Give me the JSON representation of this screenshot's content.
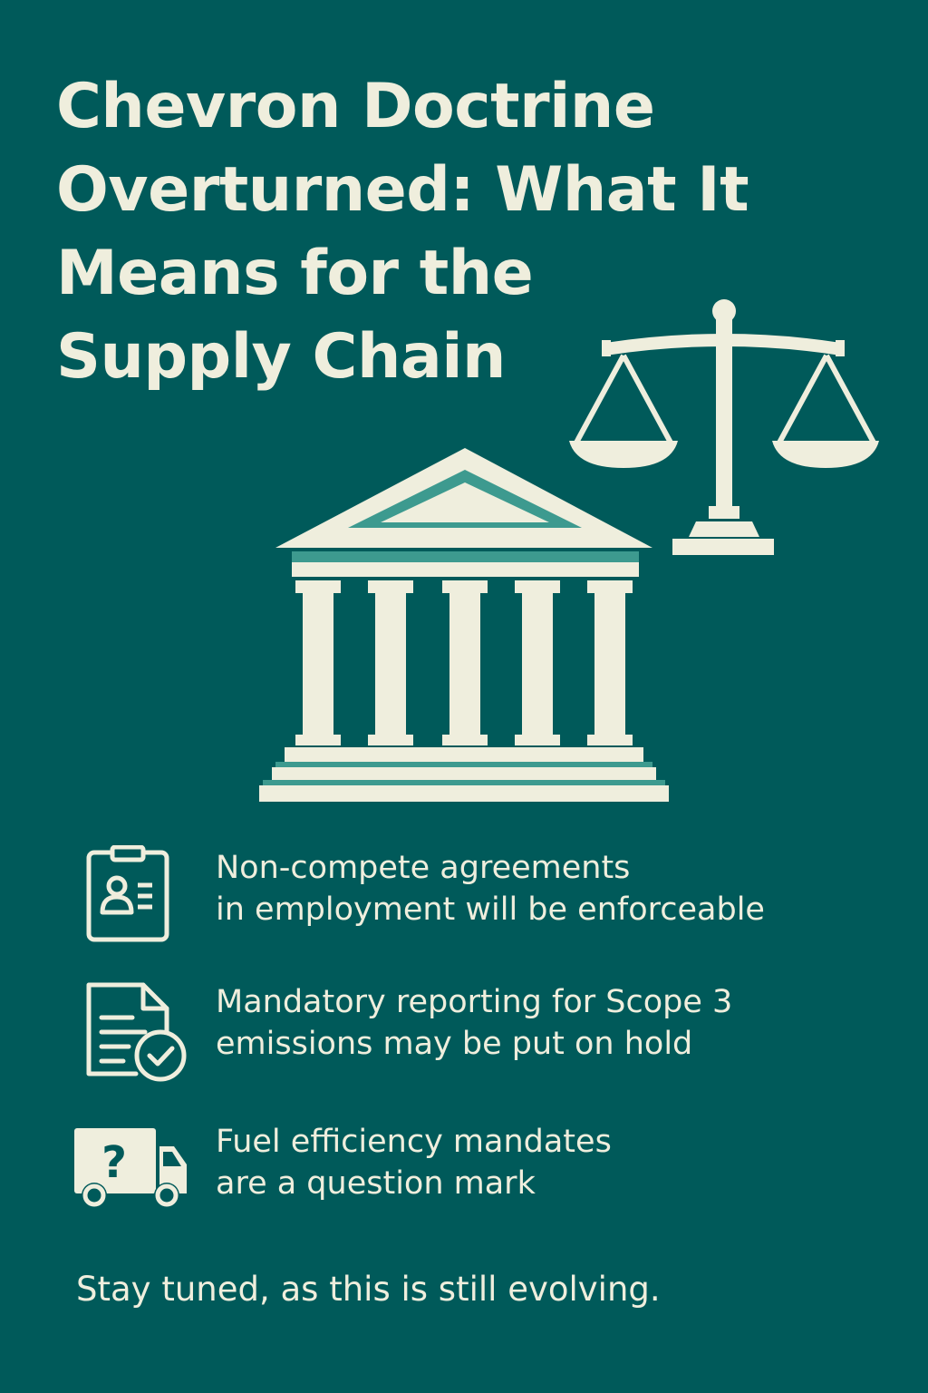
{
  "colors": {
    "background": "#005a5a",
    "cream": "#efeedd",
    "teal_accent": "#3d9a8f"
  },
  "title": {
    "lines": [
      "Chevron Doctrine",
      "Overturned: What It",
      "Means for the",
      "Supply Chain"
    ]
  },
  "illustration": {
    "icons": [
      "scales-of-justice-icon",
      "courthouse-icon"
    ]
  },
  "items": [
    {
      "icon": "employee-id-clipboard-icon",
      "lines": [
        "Non-compete agreements",
        "in employment will be enforceable"
      ]
    },
    {
      "icon": "document-checkmark-icon",
      "lines": [
        "Mandatory reporting for Scope 3",
        "emissions may be put on hold"
      ]
    },
    {
      "icon": "truck-question-icon",
      "icon_glyph": "?",
      "lines": [
        "Fuel efficiency mandates",
        "are a question mark"
      ]
    }
  ],
  "footer": {
    "text": "Stay tuned, as this is still evolving."
  }
}
